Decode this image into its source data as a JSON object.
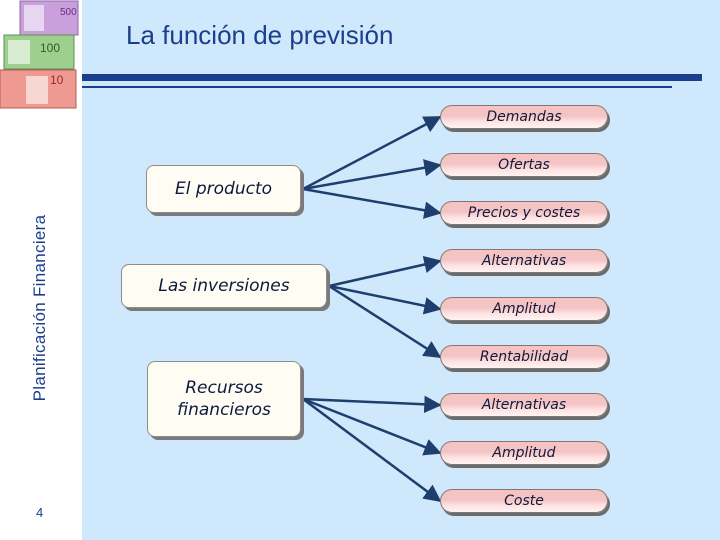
{
  "slide": {
    "title": "La función de previsión",
    "sidebar_title": "Planificación Financiera",
    "page_number": "4"
  },
  "banknotes": [
    {
      "denomination": "500",
      "color": "#c9a0dc"
    },
    {
      "denomination": "100",
      "color": "#9fcf8f"
    },
    {
      "denomination": "10",
      "color": "#ee9a93"
    }
  ],
  "diagram": {
    "sources": [
      {
        "label": "El producto"
      },
      {
        "label": "Las inversiones"
      },
      {
        "label": "Recursos financieros"
      }
    ],
    "targets": [
      {
        "label": "Demandas"
      },
      {
        "label": "Ofertas"
      },
      {
        "label": "Precios y costes"
      },
      {
        "label": "Alternativas"
      },
      {
        "label": "Amplitud"
      },
      {
        "label": "Rentabilidad"
      },
      {
        "label": "Alternativas"
      },
      {
        "label": "Amplitud"
      },
      {
        "label": "Coste"
      }
    ],
    "connections": [
      {
        "from": 0,
        "to": [
          0,
          1,
          2
        ]
      },
      {
        "from": 1,
        "to": [
          3,
          4,
          5
        ]
      },
      {
        "from": 2,
        "to": [
          6,
          7,
          8
        ]
      }
    ],
    "line_color": "#1e3f6e"
  }
}
